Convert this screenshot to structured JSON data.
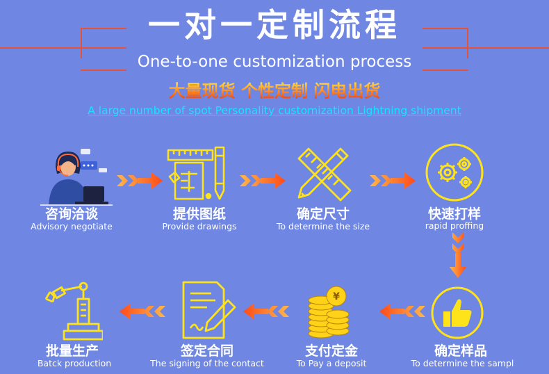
{
  "title": {
    "cn": "一对一定制流程",
    "en": "One-to-one customization process"
  },
  "slogan": {
    "cn": "大量现货 个性定制 闪电出货",
    "en": "A large number of spot Personality customization Lightning shipment"
  },
  "steps": [
    {
      "cn": "咨询洽谈",
      "en": "Advisory negotiate",
      "icon": "customer-service-icon"
    },
    {
      "cn": "提供图纸",
      "en": "Provide drawings",
      "icon": "drawing-tools-icon"
    },
    {
      "cn": "确定尺寸",
      "en": "To determine the size",
      "icon": "ruler-pencil-icon"
    },
    {
      "cn": "快速打样",
      "en": "rapid proffing",
      "icon": "gears-icon"
    },
    {
      "cn": "确定样品",
      "en": "To determine the sampl",
      "icon": "thumbs-up-icon"
    },
    {
      "cn": "支付定金",
      "en": "To  Pay a deposit",
      "icon": "coins-icon"
    },
    {
      "cn": "签定合同",
      "en": "The signing of the contact",
      "icon": "contract-icon"
    },
    {
      "cn": "批量生产",
      "en": "Batck production",
      "icon": "robot-arm-icon"
    }
  ],
  "colors": {
    "background": "#6f87e3",
    "accent": "#ffe31a",
    "arrow": "#ff5a1f",
    "frame": "#e2533a",
    "link": "#19e2ff"
  }
}
